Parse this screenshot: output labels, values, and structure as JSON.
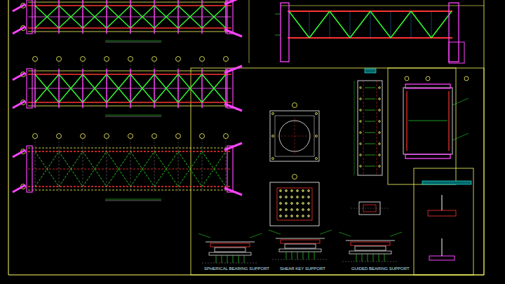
{
  "diagram": {
    "labels": [
      "SPHERICAL BEARING SUPPORT",
      "SHEAR KEY SUPPORT",
      "GUIDED BEARING SUPPORT"
    ]
  }
}
